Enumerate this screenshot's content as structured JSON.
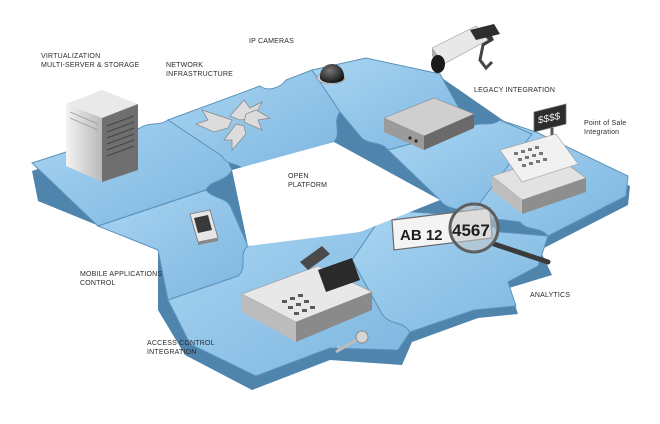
{
  "labels": {
    "virtualization": [
      "VIRTUALIZATION",
      "MULTI-SERVER & STORAGE"
    ],
    "network": [
      "NETWORK",
      "INFRASTRUCTURE"
    ],
    "ip_cameras": "IP CAMERAS",
    "legacy": "LEGACY INTEGRATION",
    "pos": [
      "Point of Sale",
      "Integration"
    ],
    "open_platform": [
      "OPEN",
      "PLATFORM"
    ],
    "mobile": [
      "MOBILE APPLICATIONS",
      "CONTROL"
    ],
    "analytics": "ANALYTICS",
    "access": [
      "ACCESS CONTROL",
      "INTEGRATION"
    ]
  },
  "device_text": {
    "plate_left": "AB 12",
    "plate_right": "4567",
    "pos_display": "$$$$"
  },
  "colors": {
    "puzzle_face": "#8dc3e8",
    "puzzle_edge": "#4f84ad",
    "label_text": "#2a2a2a"
  },
  "icons": [
    "server-icon",
    "network-arrows-icon",
    "dome-camera-icon",
    "cctv-camera-icon",
    "video-recorder-icon",
    "cash-register-icon",
    "mobile-phone-icon",
    "license-plate-icon",
    "magnifier-icon",
    "access-control-terminal-icon",
    "key-icon"
  ]
}
